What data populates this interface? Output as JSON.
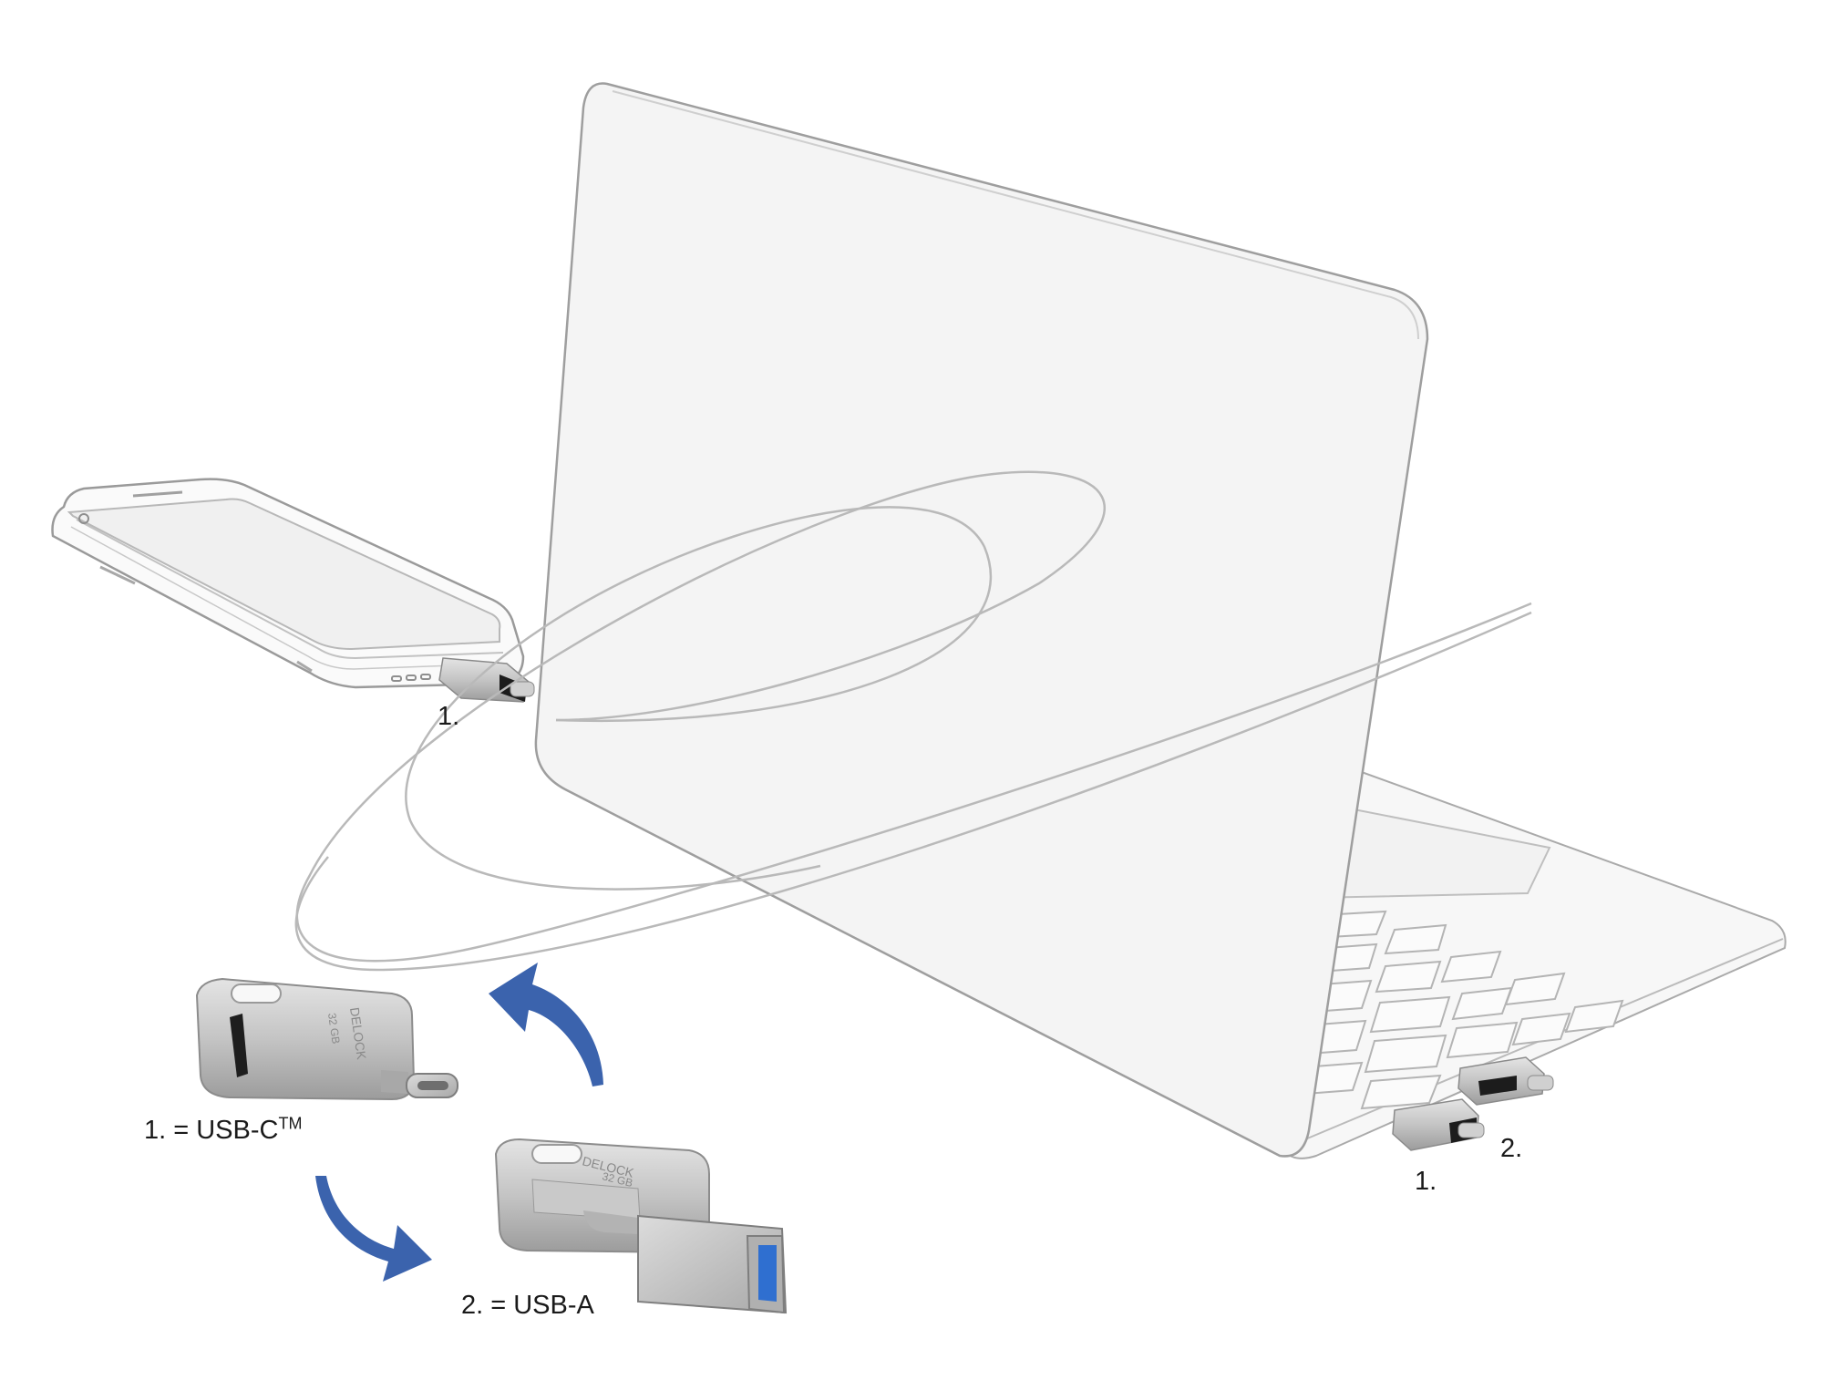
{
  "labels": {
    "phone_port": "1.",
    "laptop_port_1": "1.",
    "laptop_port_2": "2.",
    "usb_c_legend": "1. = USB-C",
    "usb_c_tm": "TM",
    "usb_a_legend": "2. = USB-A"
  },
  "stick_engraving": {
    "brand": "DELOCK",
    "capacity": "32 GB"
  },
  "colors": {
    "arrow_blue": "#3b63ad",
    "metal": "#c9c9c9",
    "usb_a_insert": "#2f6fd0",
    "line_gray": "#b9b9b9",
    "screen_fill": "#f4f4f4"
  },
  "icons": [
    "rotate-arrow-icon",
    "rotate-arrow-icon"
  ]
}
